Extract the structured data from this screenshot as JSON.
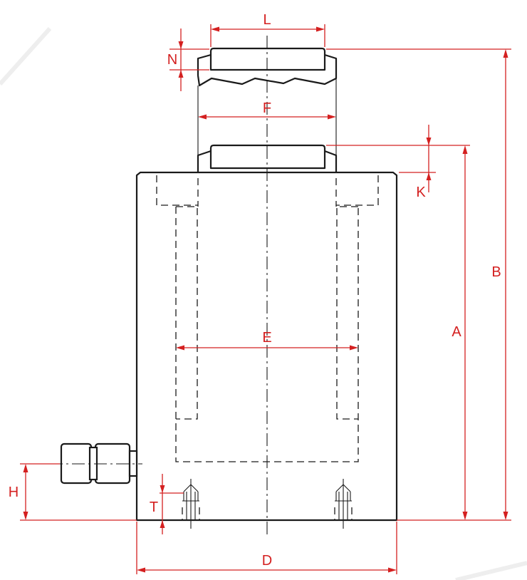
{
  "labels": {
    "L": "L",
    "N": "N",
    "F": "F",
    "K": "K",
    "B": "B",
    "A": "A",
    "E": "E",
    "H": "H",
    "T": "T",
    "D": "D"
  },
  "colors": {
    "dimension": "#d42020",
    "outline": "#1a1a1a"
  }
}
